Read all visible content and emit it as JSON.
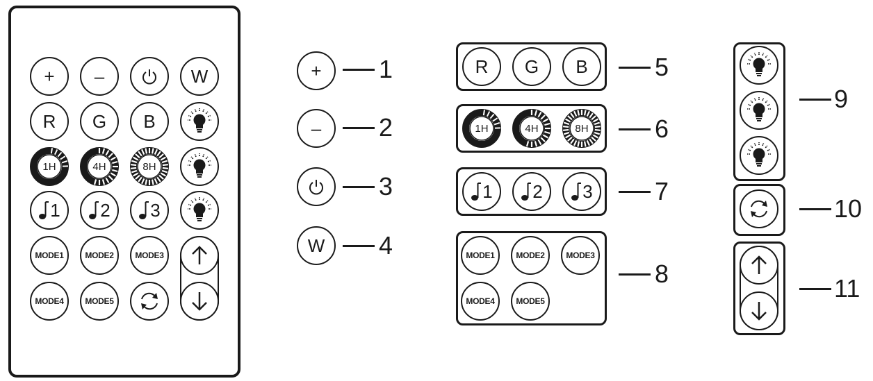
{
  "buttons": {
    "plus": "+",
    "minus": "–",
    "w": "W",
    "r": "R",
    "g": "G",
    "b": "B",
    "timer1": "1H",
    "timer4": "4H",
    "timer8": "8H",
    "music1": "1",
    "music2": "2",
    "music3": "3",
    "mode1": "MODE1",
    "mode2": "MODE2",
    "mode3": "MODE3",
    "mode4": "MODE4",
    "mode5": "MODE5"
  },
  "callouts": [
    "1",
    "2",
    "3",
    "4",
    "5",
    "6",
    "7",
    "8",
    "9",
    "10",
    "11"
  ],
  "icons": [
    "power-icon",
    "bulb-icon",
    "cycle-icon",
    "arrow-up-icon",
    "arrow-down-icon",
    "music-note-icon",
    "timer-ring-icon"
  ]
}
